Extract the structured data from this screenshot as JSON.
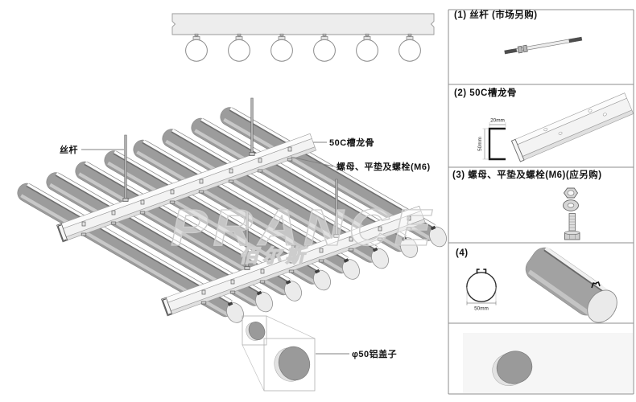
{
  "watermark": {
    "brand": "PRANCE",
    "brand_cjk": "佰尔斯"
  },
  "drawing": {
    "labels": {
      "threaded_rod": "丝杆",
      "keel": "50C槽龙骨",
      "fastener": "螺母、平垫及螺栓(M6)",
      "end_cap": "φ50铝盖子"
    }
  },
  "parts_panel": {
    "items": [
      {
        "title": "(1) 丝杆 (市场另购)"
      },
      {
        "title": "(2) 50C槽龙骨",
        "dims": {
          "width": "20mm",
          "height": "50mm"
        }
      },
      {
        "title": "(3) 螺母、平垫及螺栓(M6)(应另购)"
      },
      {
        "title": "(4)",
        "dims": {
          "diameter": "50mm"
        }
      }
    ]
  },
  "palette": {
    "tube_gray": "#9c9c9c",
    "keel_white": "#f3f3f3",
    "line_gray": "#8c8c8c",
    "text_black": "#111111",
    "watermark_outline": "#cdcdcd"
  }
}
